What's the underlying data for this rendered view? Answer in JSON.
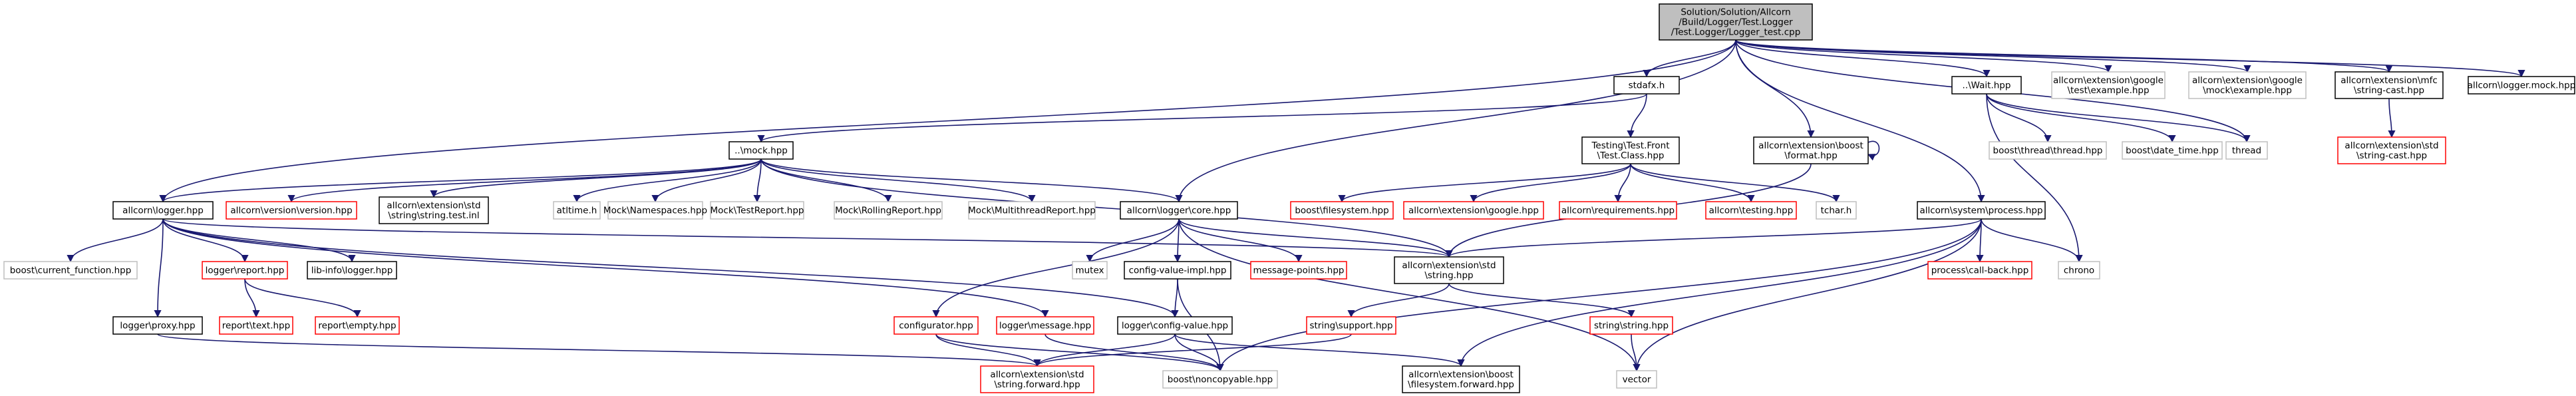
{
  "graph": {
    "colors": {
      "edge": "#191970",
      "root_fill": "#bfbfbf",
      "documented_border": "#000000",
      "undocumented_border": "#ff0000",
      "external_border": "#bfbfbf"
    },
    "nodes": {
      "root": [
        "Solution/Solution/Allcorn",
        "/Build/Logger/Test.Logger",
        "/Test.Logger/Logger_test.cpp"
      ],
      "stdafx": [
        "stdafx.h"
      ],
      "wait_hpp": [
        "..\\Wait.hpp"
      ],
      "google_test_example": [
        "allcorn\\extension\\google",
        "\\test\\example.hpp"
      ],
      "google_mock_example": [
        "allcorn\\extension\\google",
        "\\mock\\example.hpp"
      ],
      "mfc_string_cast": [
        "allcorn\\extension\\mfc",
        "\\string-cast.hpp"
      ],
      "logger_mock": [
        "allcorn\\logger.mock.hpp"
      ],
      "mock_hpp": [
        "..\\mock.hpp"
      ],
      "testing_test_front": [
        "Testing\\Test.Front",
        "\\Test.Class.hpp"
      ],
      "boost_format": [
        "allcorn\\extension\\boost",
        "\\format.hpp"
      ],
      "boost_thread": [
        "boost\\thread\\thread.hpp"
      ],
      "boost_date_time": [
        "boost\\date_time.hpp"
      ],
      "thread": [
        "thread"
      ],
      "std_string_cast": [
        "allcorn\\extension\\std",
        "\\string-cast.hpp"
      ],
      "logger_hpp": [
        "allcorn\\logger.hpp"
      ],
      "version_hpp": [
        "allcorn\\version\\version.hpp"
      ],
      "std_string_test_inl": [
        "allcorn\\extension\\std",
        "\\string\\string.test.inl"
      ],
      "atltime": [
        "atltime.h"
      ],
      "mock_namespaces": [
        "Mock\\Namespaces.hpp"
      ],
      "mock_test_report": [
        "Mock\\TestReport.hpp"
      ],
      "mock_rolling_report": [
        "Mock\\RollingReport.hpp"
      ],
      "mock_multithread_report": [
        "Mock\\MultithreadReport.hpp"
      ],
      "logger_core": [
        "allcorn\\logger\\core.hpp"
      ],
      "boost_filesystem": [
        "boost\\filesystem.hpp"
      ],
      "google_hpp": [
        "allcorn\\extension\\google.hpp"
      ],
      "requirements": [
        "allcorn\\requirements.hpp"
      ],
      "testing_hpp": [
        "allcorn\\testing.hpp"
      ],
      "tchar": [
        "tchar.h"
      ],
      "system_process": [
        "allcorn\\system\\process.hpp"
      ],
      "current_function": [
        "boost\\current_function.hpp"
      ],
      "logger_report": [
        "logger\\report.hpp"
      ],
      "lib_info_logger": [
        "lib-info\\logger.hpp"
      ],
      "mutex": [
        "mutex"
      ],
      "config_value_impl": [
        "config-value-impl.hpp"
      ],
      "message_points": [
        "message-points.hpp"
      ],
      "std_string": [
        "allcorn\\extension\\std",
        "\\string.hpp"
      ],
      "process_call_back": [
        "process\\call-back.hpp"
      ],
      "chrono": [
        "chrono"
      ],
      "report_text": [
        "report\\text.hpp"
      ],
      "report_empty": [
        "report\\empty.hpp"
      ],
      "logger_proxy": [
        "logger\\proxy.hpp"
      ],
      "configurator": [
        "configurator.hpp"
      ],
      "logger_message": [
        "logger\\message.hpp"
      ],
      "logger_config_value": [
        "logger\\config-value.hpp"
      ],
      "string_support": [
        "string\\support.hpp"
      ],
      "string_string": [
        "string\\string.hpp"
      ],
      "std_string_forward": [
        "allcorn\\extension\\std",
        "\\string.forward.hpp"
      ],
      "boost_noncopyable": [
        "boost\\noncopyable.hpp"
      ],
      "boost_filesystem_forward": [
        "allcorn\\extension\\boost",
        "\\filesystem.forward.hpp"
      ],
      "vector": [
        "vector"
      ]
    }
  }
}
